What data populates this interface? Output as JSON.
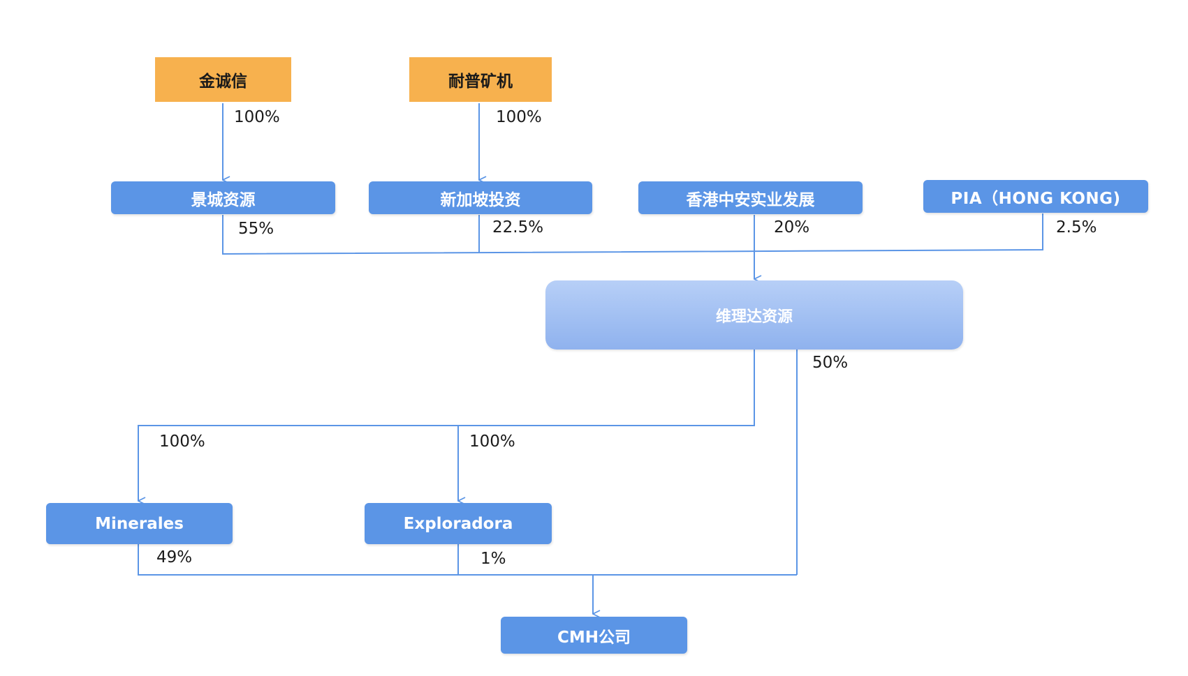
{
  "colors": {
    "line": "#5b95e6",
    "top_box": "#f7b14e",
    "box": "#5b95e6",
    "center_box_top": "#b7cff7",
    "center_box_bottom": "#8fb2ee"
  },
  "nodes": {
    "jinchengxin": "金诚信",
    "naipu": "耐普矿机",
    "jingcheng": "景城资源",
    "singapore": "新加坡投资",
    "hk_zhongan": "香港中安实业发展",
    "pia_hk": "PIA（HONG KONG)",
    "weilida": "维理达资源",
    "minerales": "Minerales",
    "exploradora": "Exploradora",
    "cmh": "CMH公司"
  },
  "edges": {
    "jinchengxin_jingcheng": "100%",
    "naipu_singapore": "100%",
    "jingcheng_weilida": "55%",
    "singapore_weilida": "22.5%",
    "hk_zhongan_weilida": "20%",
    "pia_weilida": "2.5%",
    "weilida_cmh": "50%",
    "weilida_minerales": "100%",
    "weilida_exploradora": "100%",
    "minerales_cmh": "49%",
    "exploradora_cmh": "1%"
  }
}
